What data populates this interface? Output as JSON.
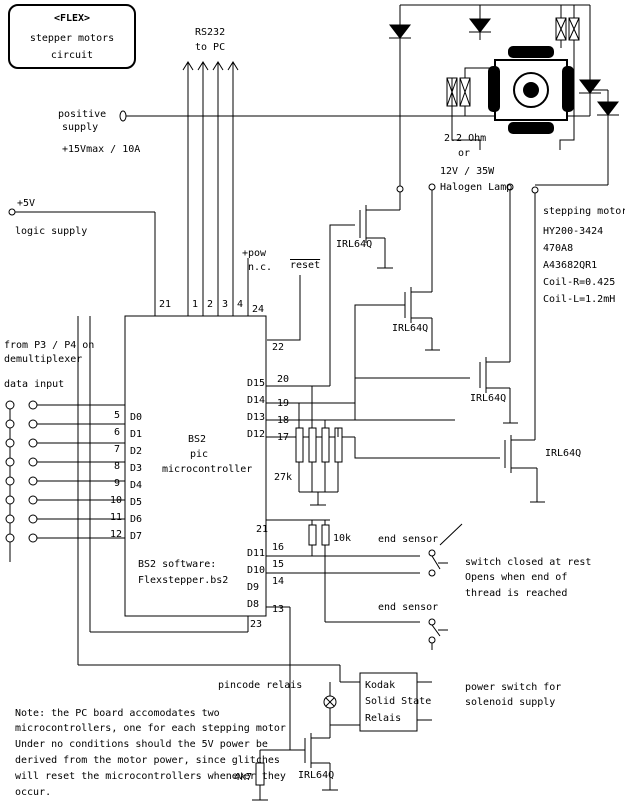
{
  "title_box": {
    "line1": "<FLEX>",
    "line2": "stepper motors",
    "line3": "circuit"
  },
  "rs232": {
    "line1": "RS232",
    "line2": "to PC"
  },
  "positive_supply": {
    "line1": "positive",
    "line2": "supply",
    "spec": "+15Vmax / 10A"
  },
  "logic": {
    "plus5v": "+5V",
    "label": "logic supply"
  },
  "pow": {
    "line1": "+pow",
    "line2": "n.c."
  },
  "reset": "reset",
  "from_p3": {
    "line1": "from P3 / P4 on",
    "line2": "demultiplexer"
  },
  "data_input": "data input",
  "ic": {
    "name": "BS2",
    "line2": "pic",
    "line3": "microcontroller",
    "sw1": "BS2 software:",
    "sw2": "Flexstepper.bs2"
  },
  "pins_top": [
    "21",
    "1",
    "2",
    "3",
    "4",
    "24"
  ],
  "pins_left": [
    "D0",
    "D1",
    "D2",
    "D3",
    "D4",
    "D5",
    "D6",
    "D7"
  ],
  "pins_left_nums": [
    "5",
    "6",
    "7",
    "8",
    "9",
    "10",
    "11",
    "12"
  ],
  "pins_right": [
    "D15",
    "D14",
    "D13",
    "D12",
    "D11",
    "D10",
    "D9",
    "D8"
  ],
  "pins_right_nums": [
    "20",
    "19",
    "18",
    "17",
    "16",
    "15",
    "14",
    "13"
  ],
  "pin22": "22",
  "pin21b": "21",
  "pin23": "23",
  "resistor_27k": "27k",
  "resistor_10k": "10k",
  "resistor_4k7": "4k7",
  "mosfet": "IRL64Q",
  "halogen": {
    "line1": "2.2 Ohm",
    "line2": "or",
    "line3": "12V / 35W",
    "line4": "Halogen Lamp"
  },
  "motor_spec": {
    "line1": "stepping motor:",
    "line2": "HY200-3424",
    "line3": "470A8",
    "line4": "A43682QR1",
    "line5": "Coil-R=0.425",
    "line6": "Coil-L=1.2mH"
  },
  "end_sensor": "end sensor",
  "switch_note": {
    "line1": "switch closed at rest",
    "line2": "Opens when end of",
    "line3": "thread is reached"
  },
  "pincode": "pincode relais",
  "kodak": {
    "line1": "Kodak",
    "line2": "Solid State",
    "line3": "Relais"
  },
  "power_switch": {
    "line1": "power switch for",
    "line2": "solenoid supply"
  },
  "note": {
    "line1": "Note: the PC board accomodates two",
    "line2": "microcontrollers, one for each stepping motor",
    "line3": "Under no conditions should the 5V power be",
    "line4": "derived from the motor power, since glitches",
    "line5": "will reset the microcontrollers whenever they",
    "line6": "occur."
  }
}
